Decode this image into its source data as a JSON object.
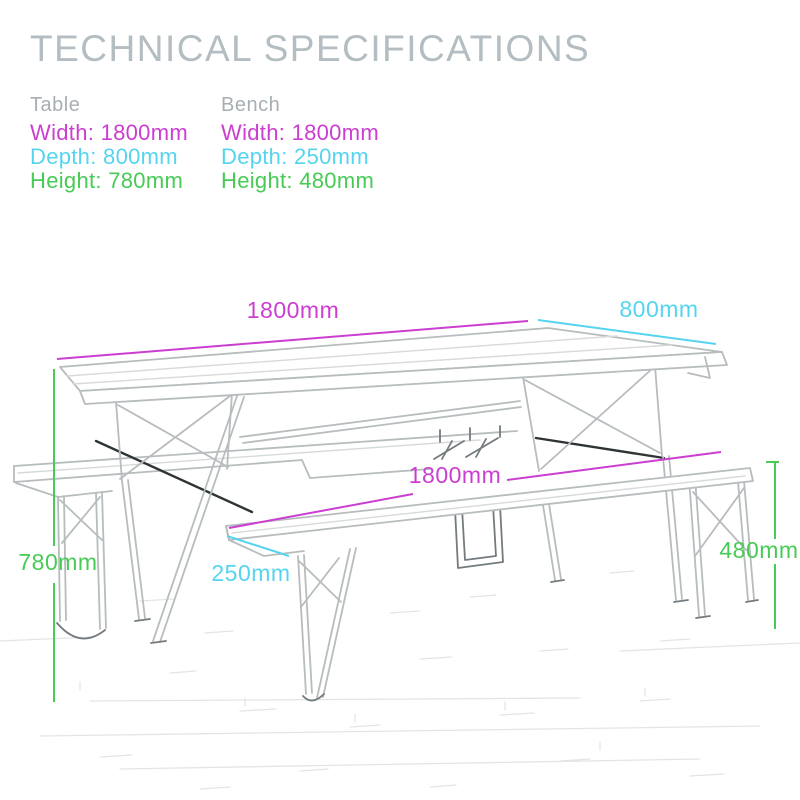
{
  "title": "TECHNICAL SPECIFICATIONS",
  "colors": {
    "width_magenta": "#cb3ed0",
    "depth_cyan": "#55d4ef",
    "height_green": "#47cb55",
    "heading_gray": "#a6afb3",
    "title_gray": "#b4bdc1",
    "sketch_gray": "#b7bcbe"
  },
  "specs": {
    "table": {
      "heading": "Table",
      "width_label": "Width:",
      "width_value": "1800mm",
      "depth_label": "Depth:",
      "depth_value": "800mm",
      "height_label": "Height:",
      "height_value": "780mm"
    },
    "bench": {
      "heading": "Bench",
      "width_label": "Width:",
      "width_value": "1800mm",
      "depth_label": "Depth:",
      "depth_value": "250mm",
      "height_label": "Height:",
      "height_value": "480mm"
    }
  },
  "diagram": {
    "table_width": "1800mm",
    "table_depth": "800mm",
    "table_height": "780mm",
    "bench_width": "1800mm",
    "bench_depth": "250mm",
    "bench_height": "480mm"
  }
}
